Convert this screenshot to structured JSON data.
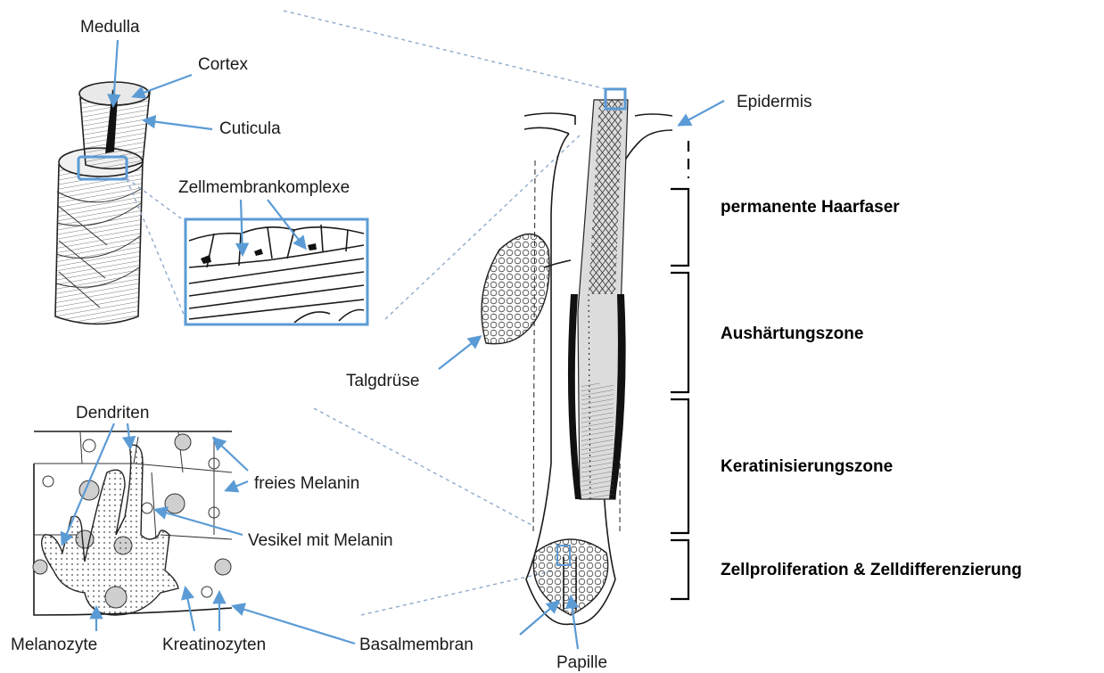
{
  "labels": {
    "medulla": "Medulla",
    "cortex": "Cortex",
    "cuticula": "Cuticula",
    "zellmembrankomplexe": "Zellmembrankomplexe",
    "epidermis": "Epidermis",
    "talgdruese": "Talgdrüse",
    "dendriten": "Dendriten",
    "freies_melanin": "freies Melanin",
    "vesikel": "Vesikel mit Melanin",
    "melanozyte": "Melanozyte",
    "kreatinozyten": "Kreatinozyten",
    "basalmembran": "Basalmembran",
    "papille": "Papille"
  },
  "zones": [
    "permanente Haarfaser",
    "Aushärtungszone",
    "Keratinisierungszone",
    "Zellproliferation & Zelldifferenzierung"
  ],
  "colors": {
    "arrow": "#5b9bd5",
    "ink": "#1a1a1a",
    "zone_text": "#000000"
  }
}
